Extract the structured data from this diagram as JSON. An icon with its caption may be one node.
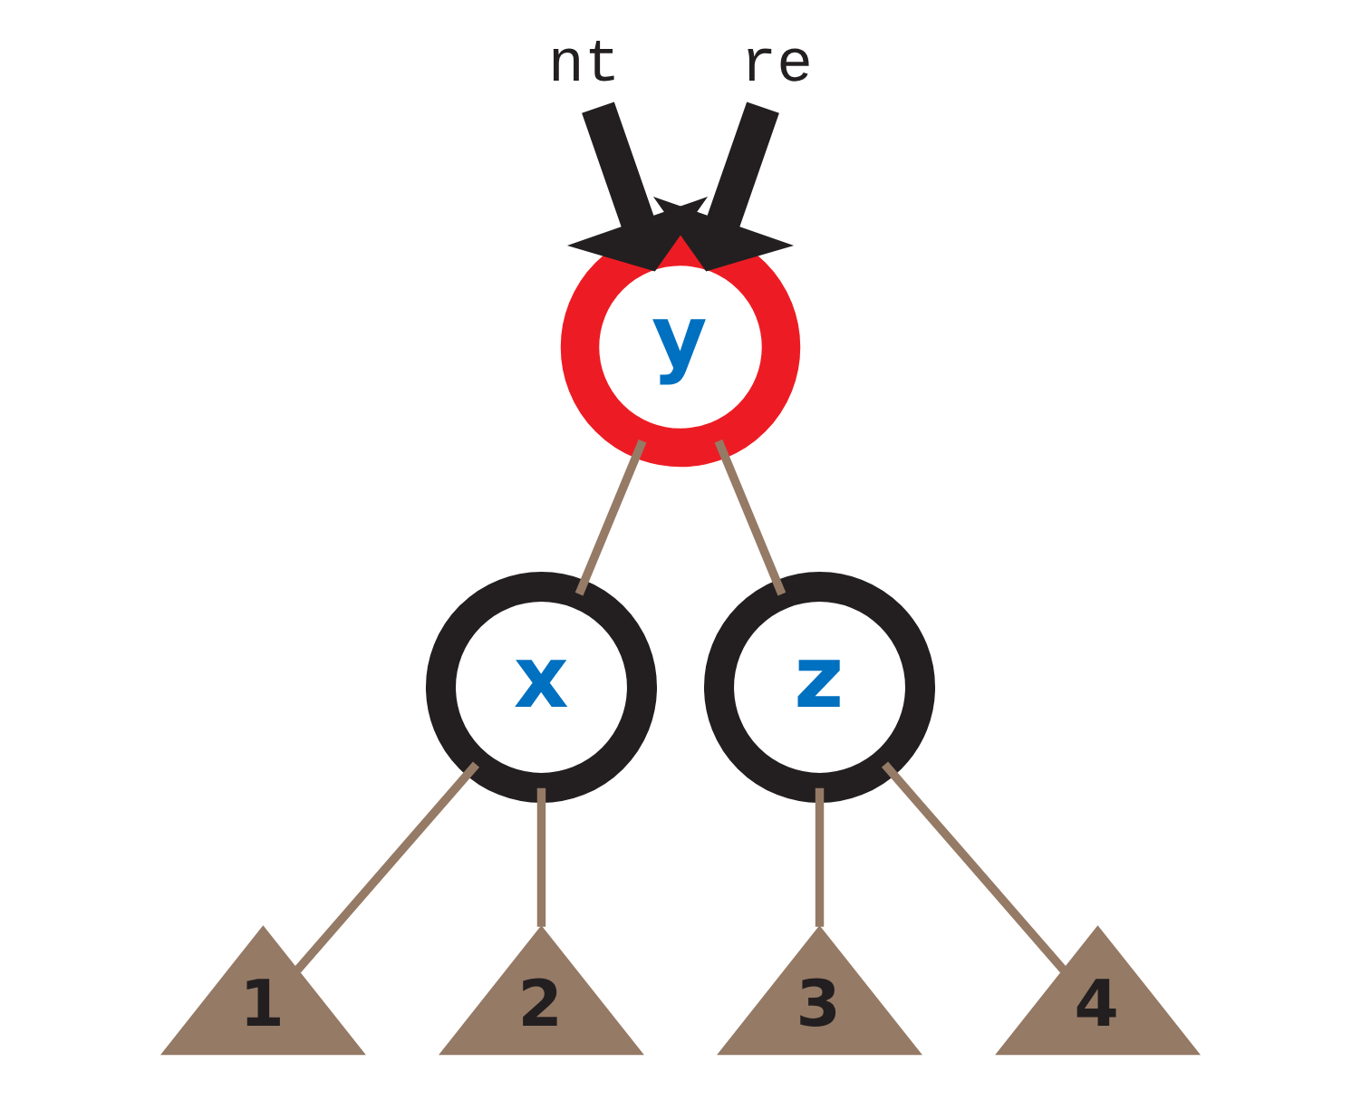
{
  "diagram": {
    "nodes": [
      {
        "text": [
          "nt"
        ]
      },
      {
        "text": [
          "y"
        ]
      },
      {
        "text": [
          "re"
        ]
      },
      {
        "text": [
          "x"
        ]
      },
      {
        "text": [
          "z"
        ]
      },
      {
        "text": [
          "1"
        ]
      },
      {
        "text": [
          "2"
        ]
      },
      {
        "text": [
          "3"
        ]
      },
      {
        "text": [
          "4"
        ]
      }
    ],
    "edges": [
      {
        "from": 0,
        "to": 1,
        "arrow": "to",
        "style": "thick",
        "color": "#231f20"
      },
      {
        "from": 2,
        "to": 1,
        "arrow": "to",
        "style": "thick",
        "color": "#231f20"
      },
      {
        "from": 1,
        "to": 3,
        "arrow": "none"
      },
      {
        "from": 1,
        "to": 4,
        "arrow": "none"
      },
      {
        "from": 3,
        "to": 5,
        "arrow": "none"
      },
      {
        "from": 3,
        "to": 6,
        "arrow": "none"
      },
      {
        "from": 4,
        "to": 7,
        "arrow": "none"
      },
      {
        "from": 4,
        "to": 8,
        "arrow": "none"
      }
    ]
  }
}
